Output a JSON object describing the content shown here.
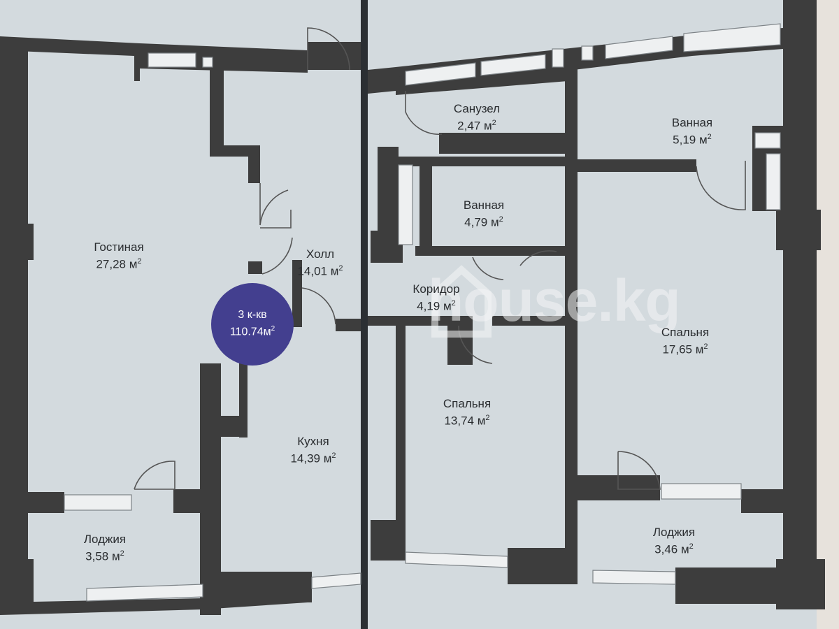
{
  "rooms": {
    "living": {
      "name": "Гостиная",
      "area": "27,28 м"
    },
    "hall": {
      "name": "Холл",
      "area": "14,01 м"
    },
    "kitchen": {
      "name": "Кухня",
      "area": "14,39 м"
    },
    "loggia_left": {
      "name": "Лоджия",
      "area": "3,58 м"
    },
    "wc": {
      "name": "Санузел",
      "area": "2,47 м"
    },
    "bath_small": {
      "name": "Ванная",
      "area": "4,79 м"
    },
    "bath_large": {
      "name": "Ванная",
      "area": "5,19 м"
    },
    "corridor": {
      "name": "Коридор",
      "area": "4,19 м"
    },
    "bedroom_small": {
      "name": "Спальня",
      "area": "13,74 м"
    },
    "bedroom_large": {
      "name": "Спальня",
      "area": "17,65 м"
    },
    "loggia_right": {
      "name": "Лоджия",
      "area": "3,46 м"
    }
  },
  "sup": "2",
  "badge": {
    "line1": "3 к-кв",
    "line2": "110.74м"
  },
  "watermark": "house.kg",
  "colors": {
    "wall": "#3d3d3d",
    "floor": "#d3dade",
    "badge": "#433f8f",
    "window": "#eef0f1"
  }
}
